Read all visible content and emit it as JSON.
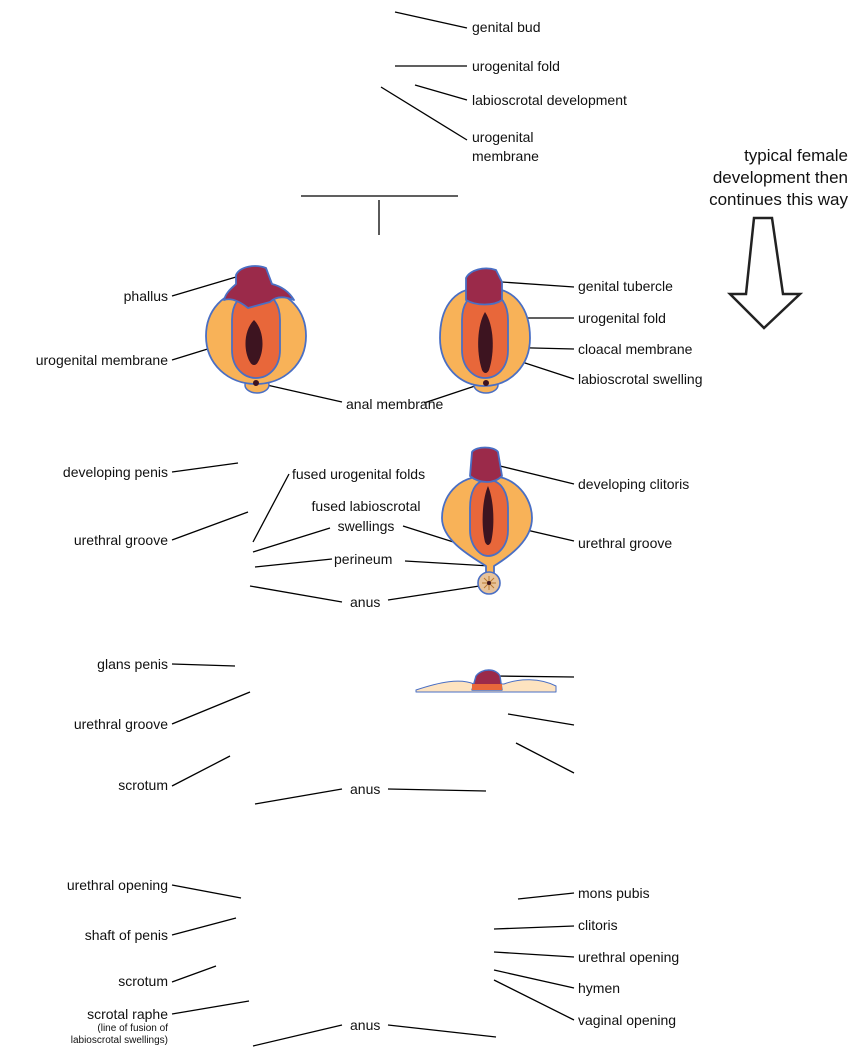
{
  "stage1": {
    "genital_bud": "genital bud",
    "urogenital_fold": "urogenital fold",
    "labioscrotal_development": "labioscrotal development",
    "urogenital_membrane_l1": "urogenital",
    "urogenital_membrane_l2": "membrane"
  },
  "note": {
    "line1": "typical female",
    "line2": "development then",
    "line3": "continues this way"
  },
  "stage2": {
    "phallus": "phallus",
    "urogenital_membrane": "urogenital membrane",
    "anal_membrane": "anal membrane",
    "genital_tubercle": "genital tubercle",
    "urogenital_fold": "urogenital fold",
    "cloacal_membrane": "cloacal membrane",
    "labioscrotal_swelling": "labioscrotal swelling"
  },
  "stage3": {
    "developing_penis": "developing penis",
    "urethral_groove_left": "urethral groove",
    "fused_urogenital_folds": "fused urogenital folds",
    "fused_labioscrotal_l1": "fused labioscrotal",
    "fused_labioscrotal_l2": "swellings",
    "perineum": "perineum",
    "anus": "anus",
    "developing_clitoris": "developing clitoris",
    "urethral_groove_right": "urethral groove"
  },
  "stage4": {
    "glans_penis": "glans penis",
    "urethral_groove": "urethral groove",
    "scrotum": "scrotum",
    "anus": "anus"
  },
  "stage5": {
    "urethral_opening_left": "urethral opening",
    "shaft_of_penis": "shaft of penis",
    "scrotum": "scrotum",
    "scrotal_raphe": "scrotal raphe",
    "raphe_note_l1": "(line of fusion of",
    "raphe_note_l2": "labioscrotal swellings)",
    "anus": "anus",
    "mons_pubis": "mons pubis",
    "clitoris": "clitoris",
    "urethral_opening_right": "urethral opening",
    "hymen": "hymen",
    "vaginal_opening": "vaginal opening"
  },
  "colors": {
    "tubercle": "#9b2a4a",
    "fold": "#e8673a",
    "swelling": "#f8b258",
    "membrane": "#3d1420",
    "outline": "#4a6fc4",
    "anus": "#e8c39a"
  }
}
